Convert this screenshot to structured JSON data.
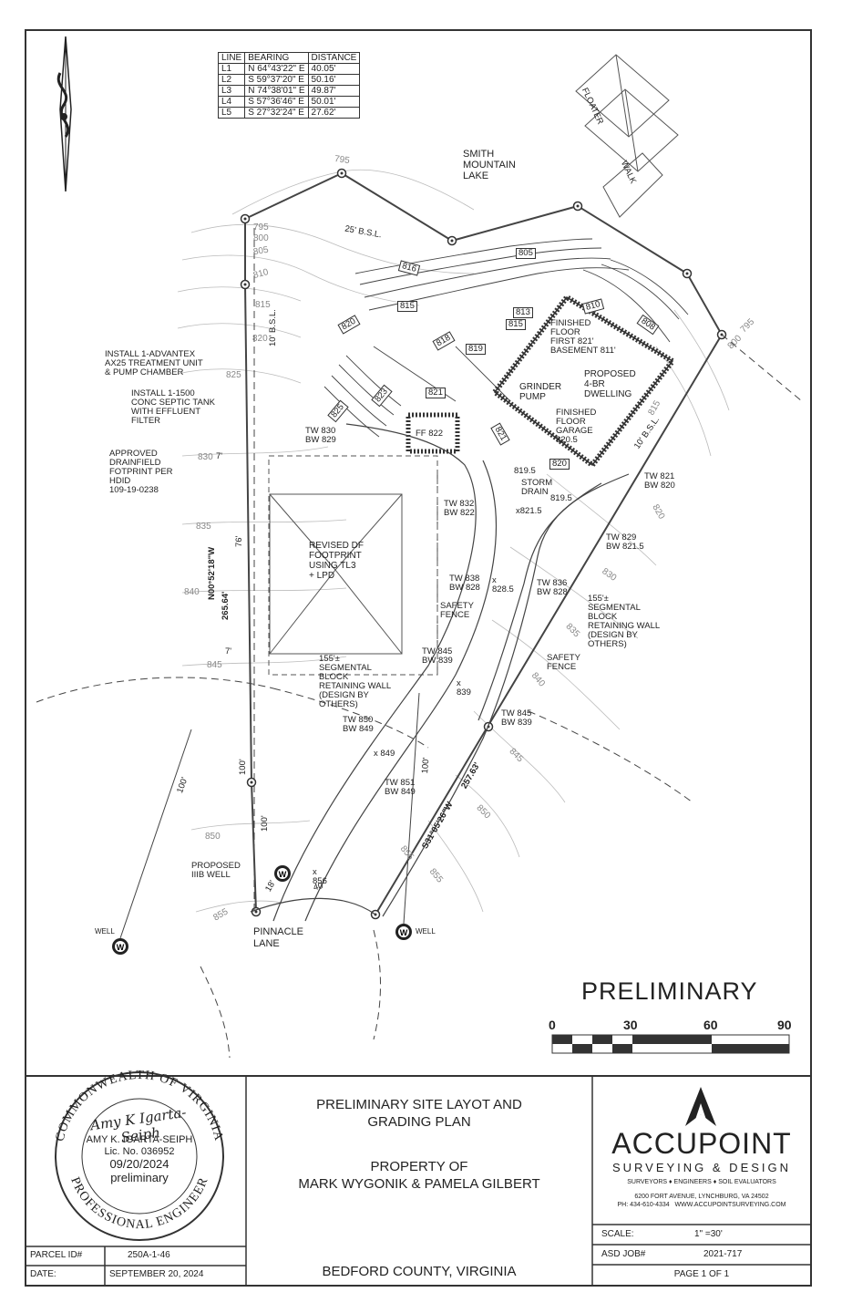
{
  "line_table": {
    "headers": [
      "LINE",
      "BEARING",
      "DISTANCE"
    ],
    "rows": [
      [
        "L1",
        "N 64°43'22\" E",
        "40.05'"
      ],
      [
        "L2",
        "S 59°37'20\" E",
        "50.16'"
      ],
      [
        "L3",
        "N 74°38'01\" E",
        "49.87'"
      ],
      [
        "L4",
        "S 57°36'46\" E",
        "50.01'"
      ],
      [
        "L5",
        "S 27°32'24\" E",
        "27.62'"
      ]
    ]
  },
  "labels": {
    "lake": "SMITH\nMOUNTAIN\nLAKE",
    "floater": "FLOATER",
    "walk": "WALK",
    "bsl_25": "25' B.S.L.",
    "bsl_10_left": "10' B.S.L.",
    "bsl_10_right": "10' B.S.L.",
    "advantex": "INSTALL 1-ADVANTEX\nAX25 TREATMENT UNIT\n& PUMP CHAMBER",
    "septic": "INSTALL 1-1500\nCONC SEPTIC TANK\nWITH EFFLUENT\nFILTER",
    "drainfield": "APPROVED\nDRAINFIELD\nFOTPRINT PER\nHDID\n109-19-0238",
    "revised_df": "REVISED DF\nFOOTPRINT\nUSING TL3\n+ LPD",
    "finished_floor": "FINISHED\nFLOOR\nFIRST 821'\nBASEMENT 811'",
    "proposed_dwelling": "PROPOSED\n4-BR\nDWELLING",
    "grinder": "GRINDER\nPUMP",
    "garage": "FINISHED\nFLOOR\nGARAGE\n820.5",
    "storm": "STORM\nDRAIN",
    "ff822": "FF 822",
    "safety_fence_1": "SAFETY\nFENCE",
    "safety_fence_2": "SAFETY\nFENCE",
    "wall_right": "155'±\nSEGMENTAL\nBLOCK\nRETAINING WALL\n(DESIGN BY\nOTHERS)",
    "wall_left": "155'±\nSEGMENTAL\nBLOCK\nRETAINING WALL\n(DESIGN BY\nOTHERS)",
    "well_proposed": "PROPOSED\nIIIB WELL",
    "well_left": "WELL",
    "well_right": "WELL",
    "pinnacle": "PINNACLE\nLANE",
    "bearing_left": "N00°52'18\"W",
    "dist_left": "265.64'",
    "bearing_right": "S31°05'26\"W",
    "dist_right": "257.63'",
    "d76": "76'",
    "d7a": "7'",
    "d7b": "7'",
    "d100a": "100'",
    "d100b": "100'",
    "d100c": "100'",
    "d100d": "100'",
    "d18": "18'",
    "d40": "40'",
    "tw830": "TW 830\nBW 829",
    "tw832": "TW 832\nBW 822",
    "tw838": "TW 838\nBW 828",
    "x828": "x\n828.5",
    "tw836": "TW 836\nBW 828",
    "tw845a": "TW 845\nBW 839",
    "x839": "x\n839",
    "tw845b": "TW 845\nBW 839",
    "tw850": "TW 850\nBW 849",
    "x849": "x 849",
    "tw851": "TW 851\nBW 849",
    "x856": "x\n856",
    "tw821": "TW 821\nBW 820",
    "tw829": "TW 829\nBW 821.5",
    "x821": "x821.5",
    "e8195a": "819.5",
    "e8195b": "819.5",
    "box_816": "816",
    "box_815a": "815",
    "box_820": "820",
    "box_818": "818",
    "box_819": "819",
    "box_823": "823",
    "box_825": "825",
    "box_821": "821",
    "box_813": "813",
    "box_815b": "815",
    "box_805": "805",
    "box_810": "810",
    "box_808": "808",
    "box_821b": "821",
    "box_820b": "820"
  },
  "contours": [
    "795",
    "795",
    "800",
    "805",
    "810",
    "815",
    "820",
    "825",
    "830",
    "835",
    "840",
    "845",
    "850",
    "855",
    "855",
    "800",
    "795",
    "815",
    "820",
    "830",
    "835",
    "840",
    "845",
    "850",
    "855"
  ],
  "stamp": {
    "top": "COMMONWEALTH OF VIRGINIA",
    "bottom": "PROFESSIONAL ENGINEER",
    "signature": "Amy K Igarta-Seiph",
    "name": "AMY K. IGARTA-SEIPH",
    "license": "Lic. No. 036952",
    "date": "09/20/2024",
    "status": "preliminary"
  },
  "watermark": "PRELIMINARY",
  "scale_bar": {
    "ticks": [
      "0",
      "30",
      "60",
      "90"
    ]
  },
  "title_block": {
    "title": "PRELIMINARY SITE LAYOT AND\nGRADING PLAN",
    "property": "PROPERTY OF\nMARK WYGONIK & PAMELA GILBERT",
    "county": "BEDFORD COUNTY, VIRGINIA",
    "parcel_label": "PARCEL ID#",
    "parcel_value": "250A-1-46",
    "date_label": "DATE:",
    "date_value": "SEPTEMBER 20, 2024",
    "company": "ACCUPOINT",
    "company_sub": "SURVEYING & DESIGN",
    "services": "SURVEYORS ♦ ENGINEERS ♦ SOIL EVALUATORS",
    "address": "6200 FORT AVENUE, LYNCHBURG, VA 24502",
    "contact": "PH: 434-610-4334   WWW.ACCUPOINTSURVEYING.COM",
    "scale_label": "SCALE:",
    "scale_value": "1\" =30'",
    "job_label": "ASD JOB#",
    "job_value": "2021-717",
    "page": "PAGE 1 OF 1"
  }
}
